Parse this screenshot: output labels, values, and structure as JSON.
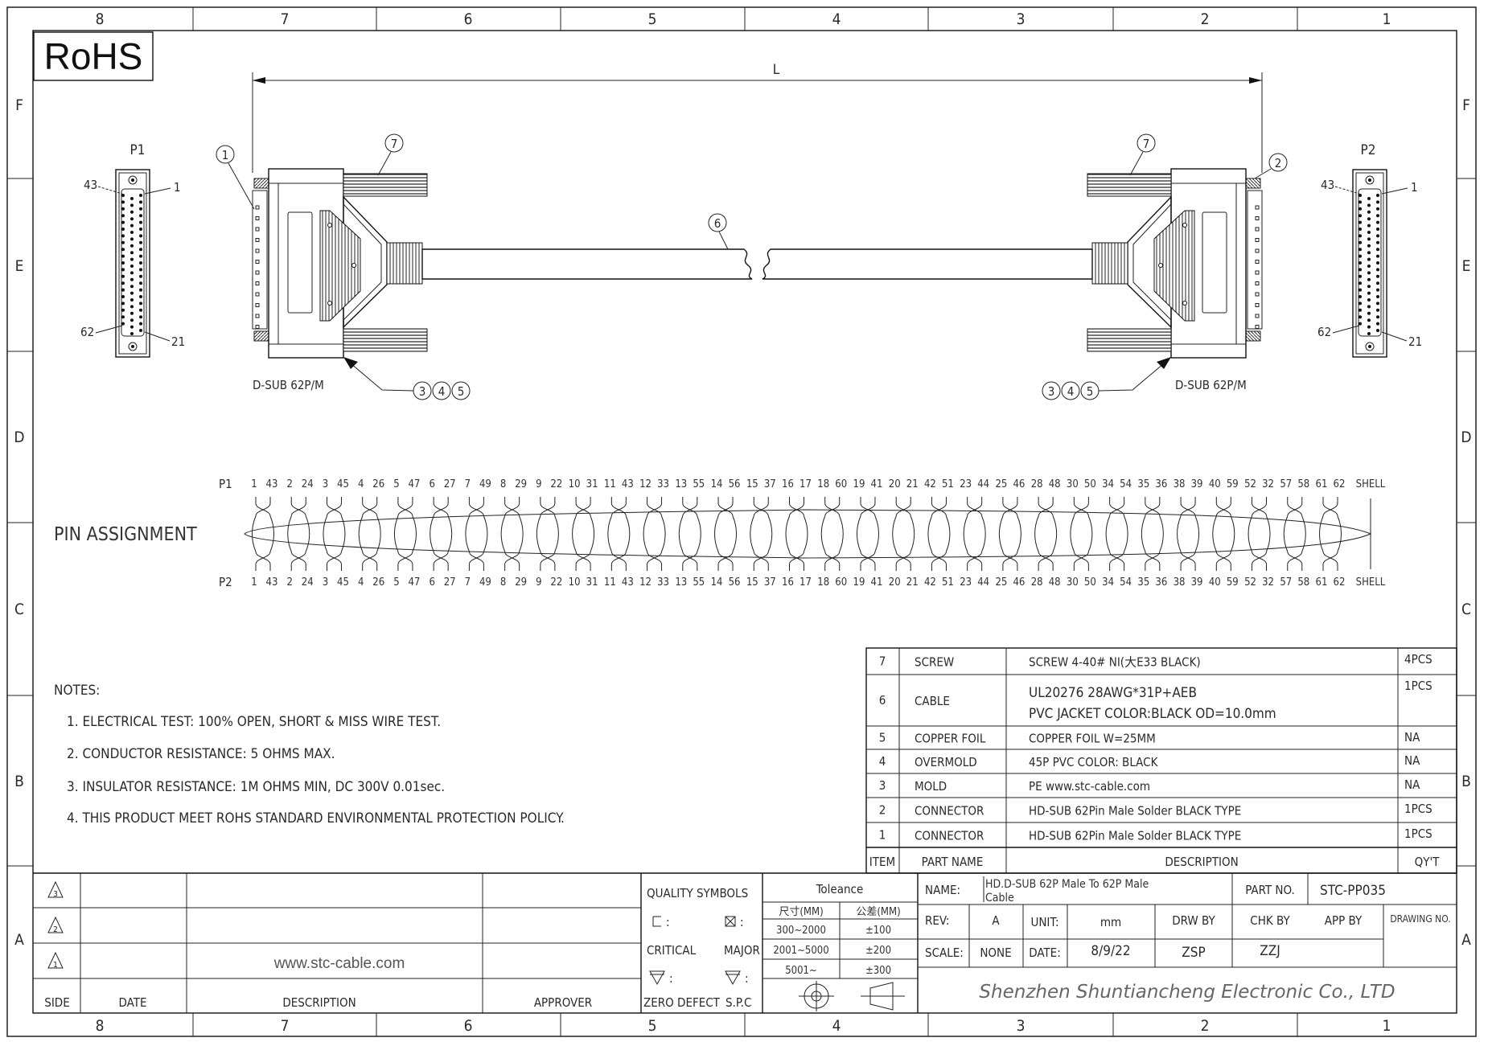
{
  "rohs": "RoHS",
  "zones": {
    "columns": [
      "8",
      "7",
      "6",
      "5",
      "4",
      "3",
      "2",
      "1"
    ],
    "rows": [
      "F",
      "E",
      "D",
      "C",
      "B",
      "A"
    ]
  },
  "drawing": {
    "length_label": "L",
    "p1_label": "P1",
    "p2_label": "P2",
    "pin_labels": {
      "top_left": "43",
      "top_right": "1",
      "bottom_left": "62",
      "bottom_right": "21"
    },
    "connector_label_left": "D-SUB 62P/M",
    "connector_label_right": "D-SUB 62P/M",
    "balloons": {
      "connector_left": "1",
      "connector_right": "2",
      "screw_left": "7",
      "screw_right": "7",
      "cable": "6",
      "mold_items": [
        "3",
        "4",
        "5"
      ]
    }
  },
  "pin_assignment": {
    "title": "PIN ASSIGNMENT",
    "p1": "P1",
    "p2": "P2",
    "shell": "SHELL",
    "pairs": [
      [
        "1",
        "43"
      ],
      [
        "2",
        "24"
      ],
      [
        "3",
        "45"
      ],
      [
        "4",
        "26"
      ],
      [
        "5",
        "47"
      ],
      [
        "6",
        "27"
      ],
      [
        "7",
        "49"
      ],
      [
        "8",
        "29"
      ],
      [
        "9",
        "22"
      ],
      [
        "10",
        "31"
      ],
      [
        "11",
        "43"
      ],
      [
        "12",
        "33"
      ],
      [
        "13",
        "55"
      ],
      [
        "14",
        "56"
      ],
      [
        "15",
        "37"
      ],
      [
        "16",
        "17"
      ],
      [
        "18",
        "60"
      ],
      [
        "19",
        "41"
      ],
      [
        "20",
        "21"
      ],
      [
        "42",
        "51"
      ],
      [
        "23",
        "44"
      ],
      [
        "25",
        "46"
      ],
      [
        "28",
        "48"
      ],
      [
        "30",
        "50"
      ],
      [
        "34",
        "54"
      ],
      [
        "35",
        "36"
      ],
      [
        "38",
        "39"
      ],
      [
        "40",
        "59"
      ],
      [
        "52",
        "32"
      ],
      [
        "57",
        "58"
      ],
      [
        "61",
        "62"
      ]
    ]
  },
  "notes": {
    "title": "NOTES:",
    "items": [
      "1. ELECTRICAL TEST: 100%  OPEN, SHORT & MISS WIRE TEST.",
      "2. CONDUCTOR RESISTANCE: 5 OHMS MAX.",
      "3. INSULATOR RESISTANCE: 1M OHMS MIN, DC 300V 0.01sec.",
      "4. THIS PRODUCT MEET ROHS STANDARD ENVIRONMENTAL PROTECTION POLICY."
    ]
  },
  "bom": {
    "headers": {
      "item": "ITEM",
      "part_name": "PART NAME",
      "description": "DESCRIPTION",
      "qty": "QY'T"
    },
    "rows": [
      {
        "item": "7",
        "part_name": "SCREW",
        "description": [
          "SCREW 4-40# NI(大E33 BLACK)"
        ],
        "qty": "4PCS"
      },
      {
        "item": "6",
        "part_name": "CABLE",
        "description": [
          "UL20276 28AWG*31P+AEB",
          "PVC JACKET COLOR:BLACK OD=10.0mm"
        ],
        "qty": "1PCS"
      },
      {
        "item": "5",
        "part_name": "COPPER FOIL",
        "description": [
          "COPPER FOIL W=25MM"
        ],
        "qty": "NA"
      },
      {
        "item": "4",
        "part_name": "OVERMOLD",
        "description": [
          "45P PVC COLOR: BLACK"
        ],
        "qty": "NA"
      },
      {
        "item": "3",
        "part_name": "MOLD",
        "description": [
          "PE    www.stc-cable.com"
        ],
        "qty": "NA"
      },
      {
        "item": "2",
        "part_name": "CONNECTOR",
        "description": [
          "HD-SUB 62Pin Male Solder BLACK TYPE"
        ],
        "qty": "1PCS"
      },
      {
        "item": "1",
        "part_name": "CONNECTOR",
        "description": [
          "HD-SUB 62Pin Male Solder BLACK TYPE"
        ],
        "qty": "1PCS"
      }
    ]
  },
  "revision": {
    "marks": [
      "3",
      "2",
      "1"
    ],
    "headers": {
      "side": "SIDE",
      "date": "DATE",
      "description": "DESCRIPTION",
      "approver": "APPROVER"
    },
    "website": "www.stc-cable.com"
  },
  "quality": {
    "title": "QUALITY SYMBOLS",
    "critical": "CRITICAL",
    "major": "MAJOR",
    "zero_defect": "ZERO DEFECT",
    "spc": "S.P.C",
    "colon": ":"
  },
  "tolerance": {
    "title": "Toleance",
    "headers": [
      "尺寸(MM)",
      "公差(MM)"
    ],
    "rows": [
      [
        "300~2000",
        "±100"
      ],
      [
        "2001~5000",
        "±200"
      ],
      [
        "5001~",
        "±300"
      ]
    ]
  },
  "title_block": {
    "name_label": "NAME:",
    "name_value": [
      "HD.D-SUB 62P Male To 62P Male",
      "Cable"
    ],
    "part_no_label": "PART NO.",
    "part_no_value": "STC-PP035",
    "rev_label": "REV:",
    "rev_value": "A",
    "unit_label": "UNIT:",
    "unit_value": "mm",
    "drw_by_label": "DRW BY",
    "chk_by_label": "CHK BY",
    "app_by_label": "APP BY",
    "drawing_no_label": "DRAWING NO.",
    "scale_label": "SCALE:",
    "scale_value": "NONE",
    "date_label": "DATE:",
    "date_value": "8/9/22",
    "drw_by_value": "ZSP",
    "chk_by_value": "ZZJ",
    "company": "Shenzhen Shuntiancheng Electronic Co., LTD"
  }
}
